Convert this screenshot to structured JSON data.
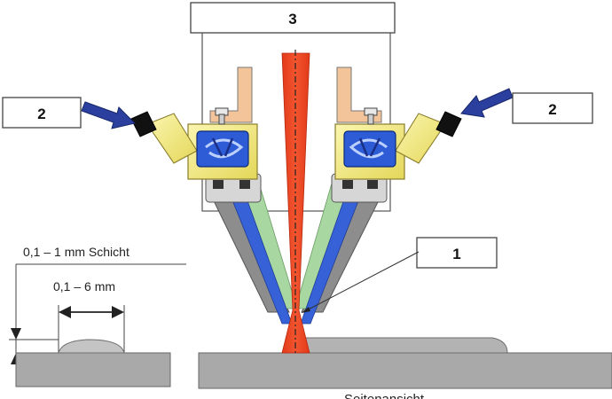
{
  "labels": {
    "box_3": "3",
    "box_2_left": "2",
    "box_2_right": "2",
    "box_1": "1",
    "layer_label": "0,1 – 1 mm Schicht",
    "width_label": "0,1 – 6 mm",
    "view_caption": "Seitenansicht"
  },
  "colors": {
    "laser": "#e8401e",
    "powder_arrow": "#2a3f9e",
    "nozzle_blue": "#2e5bd6",
    "yellow_connector": "#f6ee8a",
    "copper": "#f3c49a",
    "substrate": "#a9a9a9",
    "bead": "#c4c4c4",
    "nozzle_grey": "#8d8d8d",
    "nozzle_green": "#a9d7a2"
  }
}
